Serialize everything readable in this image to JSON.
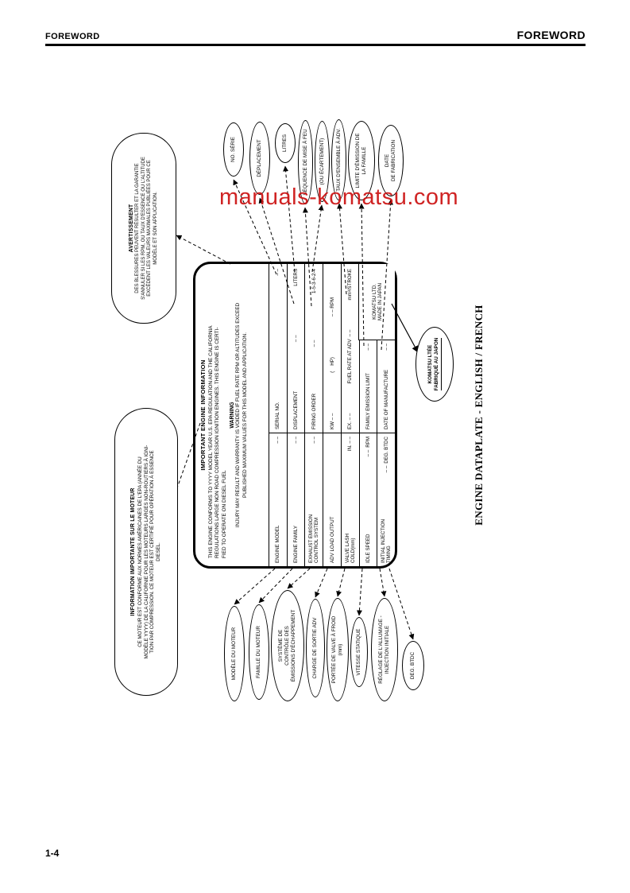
{
  "page": {
    "header_left": "FOREWORD",
    "header_right": "FOREWORD",
    "footer_page_number": "1-4"
  },
  "watermark": {
    "text": "manuals-komatsu.com",
    "color": "#cc1111"
  },
  "caption": "ENGINE DATAPLATE - ENGLISH / FRENCH",
  "plate": {
    "title": "IMPORTANT ENGINE INFORMATION",
    "intro": "THIS ENGINE CONFORMS TO YYYY MODEL YEAR U.S. EPA REGULATION AND THE CALIFORNIA\nREGULATIONS LARGE NON ROAD COMPRESSION IGNITION ENGINES. THIS ENGINE IS CERTI-\nFIED TO OPERATE ON DIESEL FUEL",
    "warning_title": "WARNING",
    "warning_text": "INJURY MAY RESULT AND WARRANTY IS VOIDED IF FUEL RATE RPM OR ALTITUDES EXCEED\nPUBLISHED MAXIMUM VALUES FOR THIS MODEL AND APPLICATION.",
    "dash": "– –",
    "rows": {
      "engine_model": "ENGINE MODEL",
      "serial_no": "SERIAL NO.",
      "engine_family": "ENGINE FAMILY",
      "displacement": "DISPLACEMENT",
      "liters": "LITERS",
      "exhaust_emission": "EXHAUST EMISSION\nCONTROL SYSTEM",
      "firing_order": "FIRING ORDER",
      "firing_order_value": "1-5-3-6-2-4",
      "adv_load_output": "ADV LOAD OUTPUT",
      "kw": "KW – –",
      "hp": "(    HP)",
      "rpm": "– – RPM",
      "valve_lash": "VALVE LASH\nCOLD(mm)",
      "in_label": "IN. – –",
      "ex_label": "EX. – –",
      "fuel_rate": "FUEL RATE AT ADV",
      "stroke_unit": "mm³/STROKE",
      "idle_speed": "IDLE SPEED",
      "idle_rpm": "RPM",
      "family_emission_limit": "FAMILY EMISSION LIMIT",
      "initial_injection": "INITIAL INJECTION\nTIMING",
      "deg_btdc": "DEG. BTDC",
      "date_of_manufacture": "DATE OF MANUFACTURE",
      "maker": "KOMATSU LTD.\nMADE IN JAPAN"
    }
  },
  "callouts": {
    "info_fr": {
      "title": "INFORMATION IMPORTANTE SUR LE MOTEUR",
      "text": "CE MOTEUR EST CONFORME AUX NORMES AMÉRICAINES DE L'EPA (ANNÉE DU\nMODÈLE YYYY) DE LA CALIFORNIE POUR LES MOTEURS LARGES NON-ROUTIERS À IGNI-\nTION PAR COMPRESSION. CE MOTEUR EST CERTIFIÉ POUR OPÉRATION À ESSENCE\nDIESEL."
    },
    "warning_fr": {
      "title": "AVERTISSEMENT",
      "text": "DES BLESSURES PEUVENT RÉSULTER ET LA GARANTIE\nS'ANNULER SI LES RPM, OU TAUX D'ESSENCE OU L'ALTITUDE\nEXCÈDENT LES VALEURS MAXIMALES PUBLIÉES POUR CE\nMODÈLE ET SON APPLICATION."
    },
    "right": [
      {
        "label": "NO. SÉRIE"
      },
      {
        "label": "DÉPLACEMENT"
      },
      {
        "label": "LITRES"
      },
      {
        "label": "SÉQUENCE DE MISE À FEU"
      },
      {
        "label": "(OU ÉCARTEMENT)"
      },
      {
        "label": "TAUX D'ENSEMBLE À ADV."
      },
      {
        "label": "LIMITE D'ÉMISSION DE\nLA FAMILLE"
      },
      {
        "label": "DATE\nDE FABRICATION"
      }
    ],
    "left": [
      {
        "label": "MODÈLE DU MOTEUR"
      },
      {
        "label": "FAMILLE DU MOTEUR"
      },
      {
        "label": "SYSTÈME DE\nCONTRÔLE DES\nÉMISSIONS D'ÉCHAPPEMENT"
      },
      {
        "label": "CHARGE DE SORTIE ADV"
      },
      {
        "label": "PORTÉE DE VALVE À FROID\n(mm)"
      },
      {
        "label": "VITESSE STATIQUE"
      },
      {
        "label": "RÉGLAGE DE L'ALLUMAGE -\nINJECTION INITIALE"
      },
      {
        "label": "DEG. BTDC"
      }
    ],
    "maker_fr": "KOMATSU LTÉE\nFABRIQUÉ AU JAPON"
  }
}
